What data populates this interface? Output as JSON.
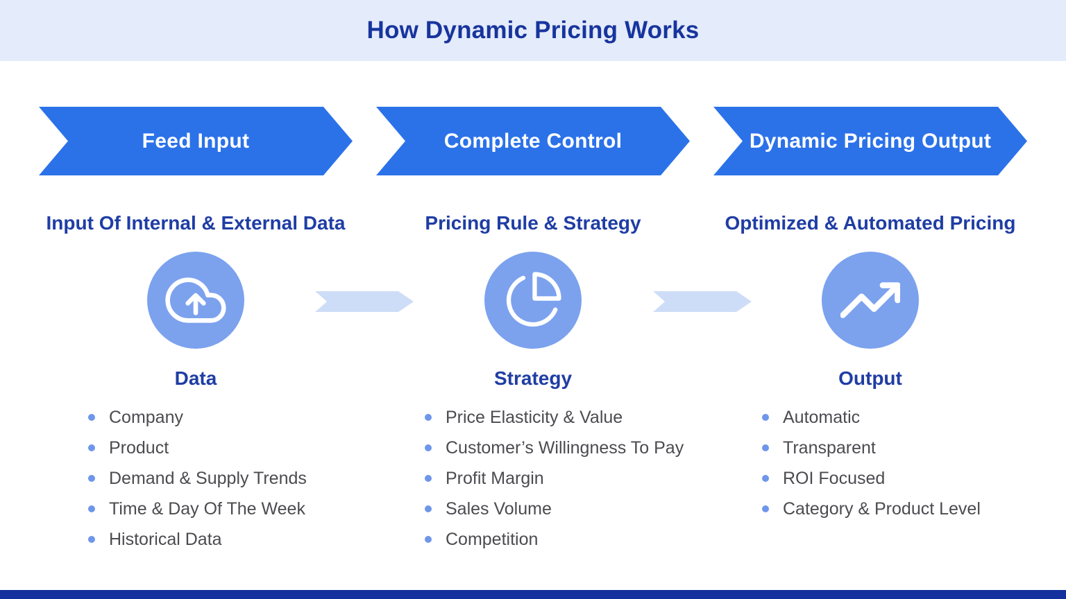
{
  "title": "How Dynamic Pricing Works",
  "columns": [
    {
      "banner": "Feed Input",
      "subtitle": "Input Of Internal & External Data",
      "icon": "cloud-upload-icon",
      "label": "Data",
      "items": [
        "Company",
        "Product",
        "Demand & Supply Trends",
        "Time & Day Of The Week",
        "Historical Data"
      ]
    },
    {
      "banner": "Complete Control",
      "subtitle": "Pricing Rule & Strategy",
      "icon": "pie-chart-icon",
      "label": "Strategy",
      "items": [
        "Price Elasticity & Value",
        "Customer’s Willingness To Pay",
        "Profit Margin",
        "Sales Volume",
        "Competition"
      ]
    },
    {
      "banner": "Dynamic Pricing Output",
      "subtitle": "Optimized & Automated Pricing",
      "icon": "trending-up-icon",
      "label": "Output",
      "items": [
        "Automatic",
        "Transparent",
        "ROI Focused",
        "Category & Product Level"
      ]
    }
  ],
  "colors": {
    "header_bg": "#E4EBFA",
    "title_blue": "#17349E",
    "dark_blue_text": "#1F3DA4",
    "banner_blue": "#2B72E9",
    "icon_circle_blue": "#7CA2EE",
    "connector_blue": "#CEDDF7",
    "bullet_blue": "#6E96EA",
    "list_text_gray": "#4B4B50",
    "bottom_bar_navy": "#14309C"
  }
}
